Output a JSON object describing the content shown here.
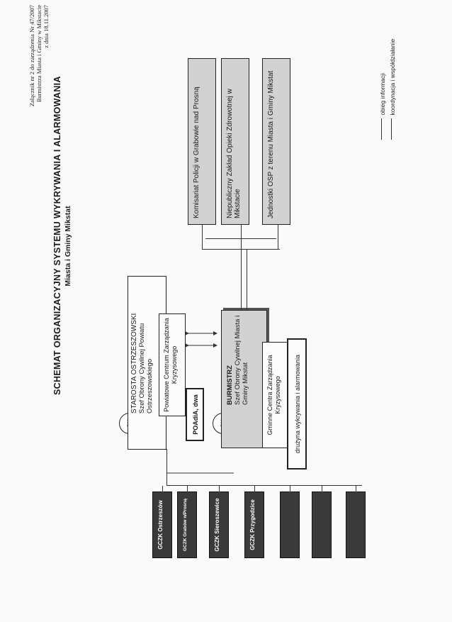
{
  "header_note": {
    "line1": "Załącznik nr 2 do zarządzenia Nr 47/2007",
    "line2": "Burmistrza Miasta i Gminy w Mikstacie",
    "line3": "z dnia 18.11.2007"
  },
  "title": "SCHEMAT ORGANIZACYJNY SYSTEMU WYKRYWANIA I ALARMOWANIA",
  "subtitle": "Miasta i Gminy Mikstat",
  "gczk_units": [
    {
      "label": "GCZK Ostrzeszów"
    },
    {
      "label": "GCZK Grabów n/Prosną"
    },
    {
      "label": "GCZK Sieroszewice"
    },
    {
      "label": "GCZK Przygodzice"
    },
    {
      "label": ""
    },
    {
      "label": ""
    },
    {
      "label": ""
    }
  ],
  "starosta": {
    "sk": "SK",
    "name": "STAROSTA OSTRZESZOWSKI",
    "role": "Szef Obrony Cywilnej Powiatu Ostrzeszowskiego",
    "pczk": "Powiatowe Centrum Zarządzania Kryzysowego",
    "poadia": "POAdiA, dwa"
  },
  "burmistrz": {
    "sk": "SK",
    "name": "BURMISTRZ",
    "role": "Szef Obrony Cywilnej Miasta i Gminy Mikstat",
    "gczk": "Gminne Centra Zarządzania Kryzysowego",
    "druzyna": "drużyna wykrywania i alarmowania"
  },
  "services": [
    {
      "label": "Komisariat Policji w Grabowie nad Prosną"
    },
    {
      "label": "Niepubliczny Zakład Opieki Zdrowotnej w Mikstacie"
    },
    {
      "label": "Jednostki OSP z terenu Miasta i Gminy Mikstat"
    }
  ],
  "legend": {
    "info": "obieg informacji",
    "coord": "koordynacja i współdziałanie"
  }
}
